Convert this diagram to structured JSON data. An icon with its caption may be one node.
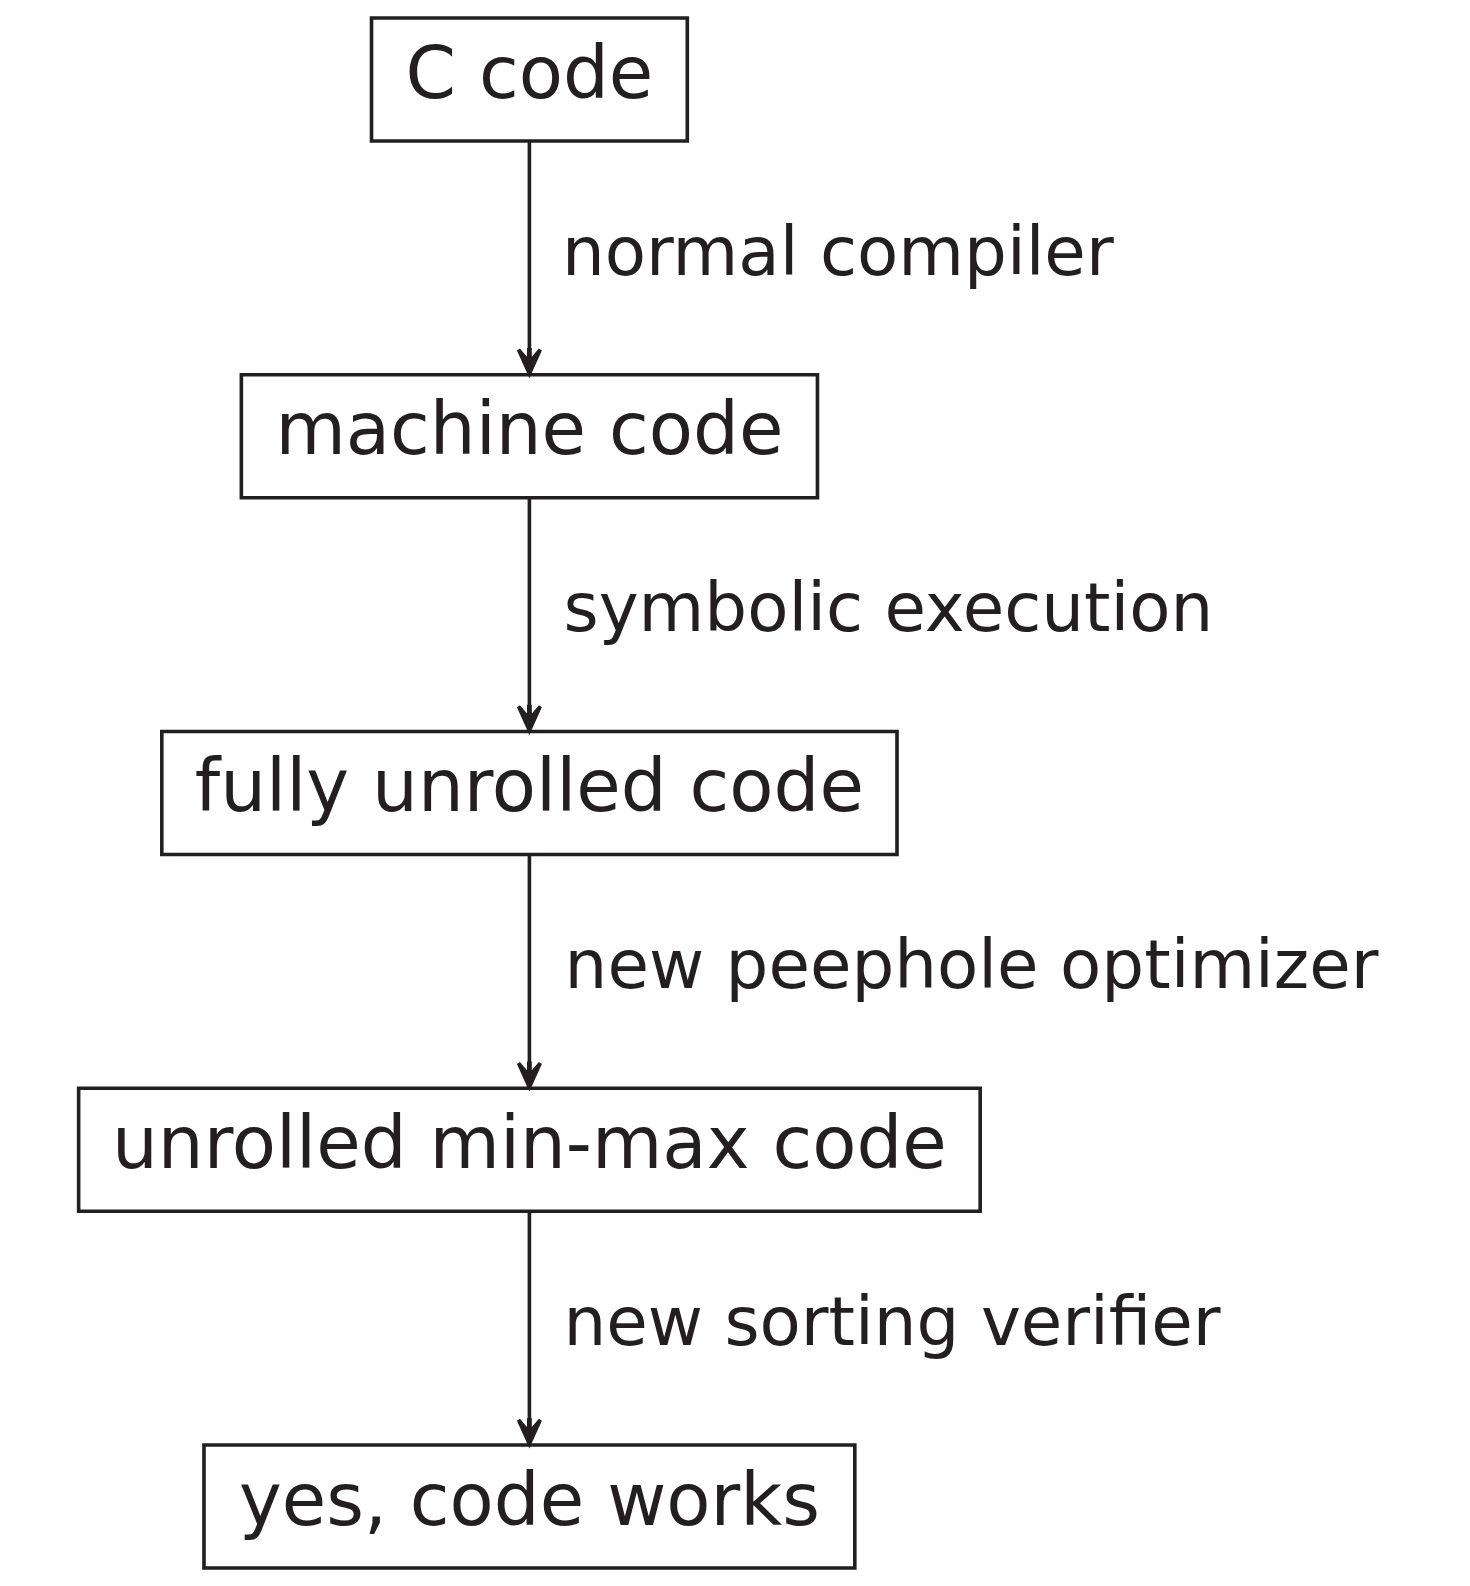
{
  "diagram": {
    "nodes": [
      {
        "text": [
          "C code"
        ]
      },
      {
        "text": [
          "machine code"
        ]
      },
      {
        "text": [
          "fully unrolled code"
        ]
      },
      {
        "text": [
          "unrolled min-max code"
        ]
      },
      {
        "text": [
          "yes, code works"
        ]
      }
    ],
    "edges": [
      {
        "from": 0,
        "to": 1,
        "arrow": "to",
        "label": "normal compiler"
      },
      {
        "from": 1,
        "to": 2,
        "arrow": "to",
        "label": "symbolic execution"
      },
      {
        "from": 2,
        "to": 3,
        "arrow": "to",
        "label": "new peephole optimizer"
      },
      {
        "from": 3,
        "to": 4,
        "arrow": "to",
        "label": "new sorting verifier"
      }
    ]
  }
}
